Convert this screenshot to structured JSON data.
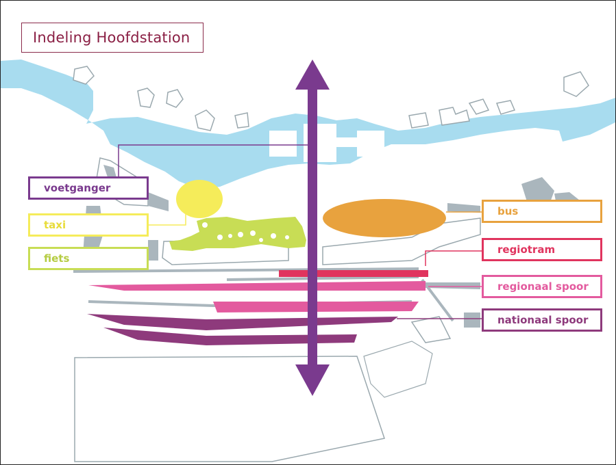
{
  "title": "Indeling Hoofdstation",
  "colors": {
    "water": "#a8dcef",
    "pedestrian": "#7a3a8e",
    "taxi": "#f5ec5a",
    "bike": "#c8dd55",
    "bus": "#e8a23e",
    "regiotram": "#e0345e",
    "regionaal_spoor": "#e35a9e",
    "nationaal_spoor": "#8e3a7c",
    "buildings": "#aab6bd",
    "outline": "#9aa8ae"
  },
  "legend": {
    "voetganger": "voetganger",
    "taxi": "taxi",
    "fiets": "fiets",
    "bus": "bus",
    "regiotram": "regiotram",
    "regionaal_spoor": "regionaal spoor",
    "nationaal_spoor": "nationaal spoor"
  }
}
